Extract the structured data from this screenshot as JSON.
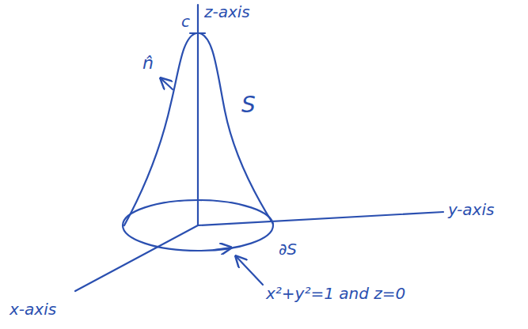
{
  "diagram": {
    "labels": [
      "z-axis",
      "c",
      "n̂",
      "S",
      "∂S",
      "y-axis",
      "x-axis",
      "x²+y²=1 and z=0"
    ]
  }
}
